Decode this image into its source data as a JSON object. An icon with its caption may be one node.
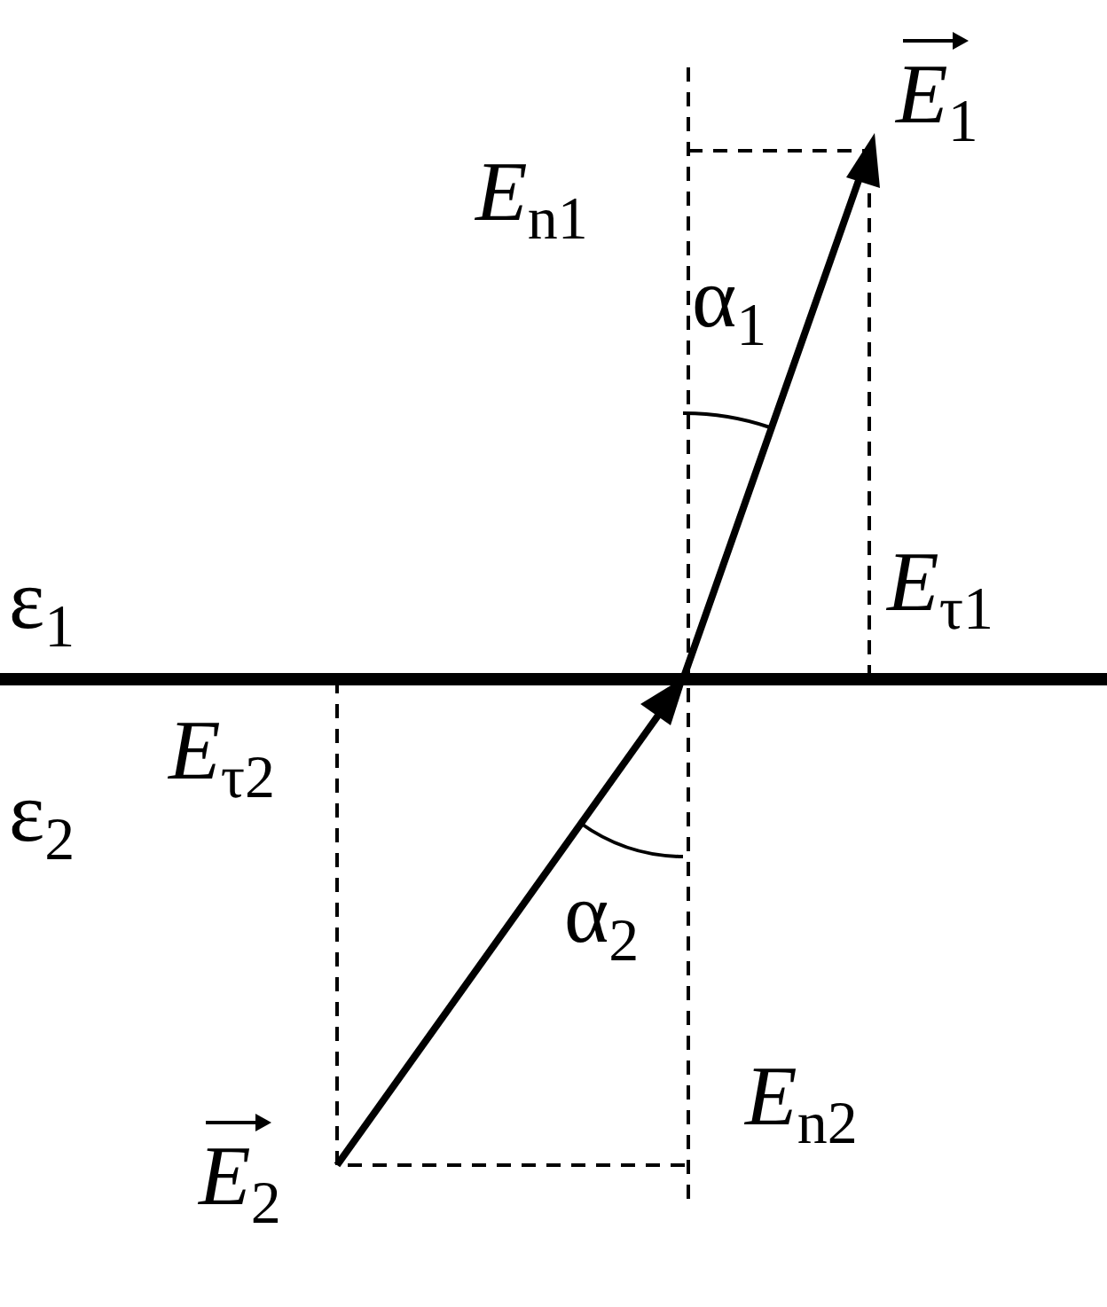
{
  "diagram": {
    "labels": [
      "*E*$_{1}$",
      "*E*$_{n1}$",
      "α$_{1}$",
      "*E*$_{τ1}$",
      "ε$_{1}$",
      "ε$_{2}$",
      "*E*$_{τ2}$",
      "α$_{2}$",
      "*E*$_{n2}$",
      "*E*$_{2}$"
    ]
  }
}
